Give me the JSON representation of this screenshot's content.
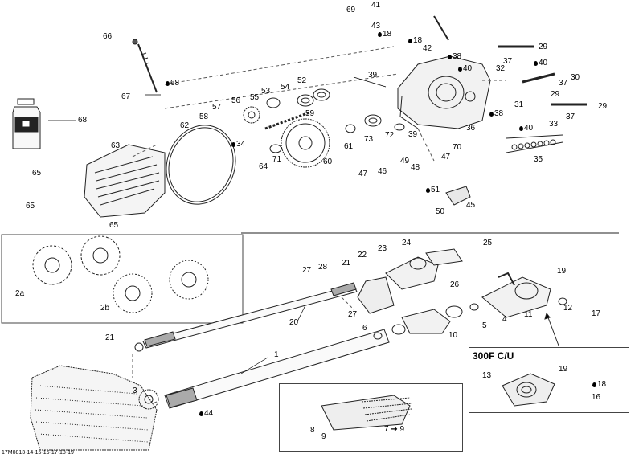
{
  "diagram": {
    "variant_title": "300F C/U",
    "figure_code": "17M0813-14-15-16-17-18-19",
    "callouts": {
      "c69": "69",
      "c41": "41",
      "c43": "43",
      "c18a": "18",
      "c18b": "18",
      "c42": "42",
      "c66": "66",
      "c29a": "29",
      "c38a": "38",
      "c37a": "37",
      "c40a": "40",
      "c32": "32",
      "c40b": "40",
      "c30": "30",
      "c39a": "39",
      "c68a": "68",
      "c67": "67",
      "c52": "52",
      "c53": "53",
      "c54": "54",
      "c55": "55",
      "c56": "56",
      "c57": "57",
      "c58": "58",
      "c37b": "37",
      "c29b": "29",
      "c31": "31",
      "c29c": "29",
      "c68b": "68",
      "c59": "59",
      "c38b": "38",
      "c40c": "40",
      "c33": "33",
      "c37c": "37",
      "c36": "36",
      "c62": "62",
      "c34": "34",
      "c71": "71",
      "c61": "61",
      "c73": "73",
      "c72": "72",
      "c39b": "39",
      "c70": "70",
      "c63": "63",
      "c64": "64",
      "c60": "60",
      "c35": "35",
      "c49": "49",
      "c47a": "47",
      "c48": "48",
      "c46": "46",
      "c47b": "47",
      "c65a": "65",
      "c51": "51",
      "c45": "45",
      "c65b": "65",
      "c50": "50",
      "c65c": "65",
      "c24": "24",
      "c25": "25",
      "c23": "23",
      "c22": "22",
      "c27a": "27",
      "c28": "28",
      "c21a": "21",
      "c26": "26",
      "c2a": "2a",
      "c2b": "2b",
      "c19a": "19",
      "c12": "12",
      "c17": "17",
      "c11": "11",
      "c4": "4",
      "c27b": "27",
      "c5": "5",
      "c20": "20",
      "c6": "6",
      "c10": "10",
      "c21b": "21",
      "c1": "1",
      "c13": "13",
      "c19b": "19",
      "c18c": "18",
      "c16": "16",
      "c3": "3",
      "c44": "44",
      "c8": "8",
      "c9": "9",
      "c7to9": "7 ➔ 9"
    }
  }
}
